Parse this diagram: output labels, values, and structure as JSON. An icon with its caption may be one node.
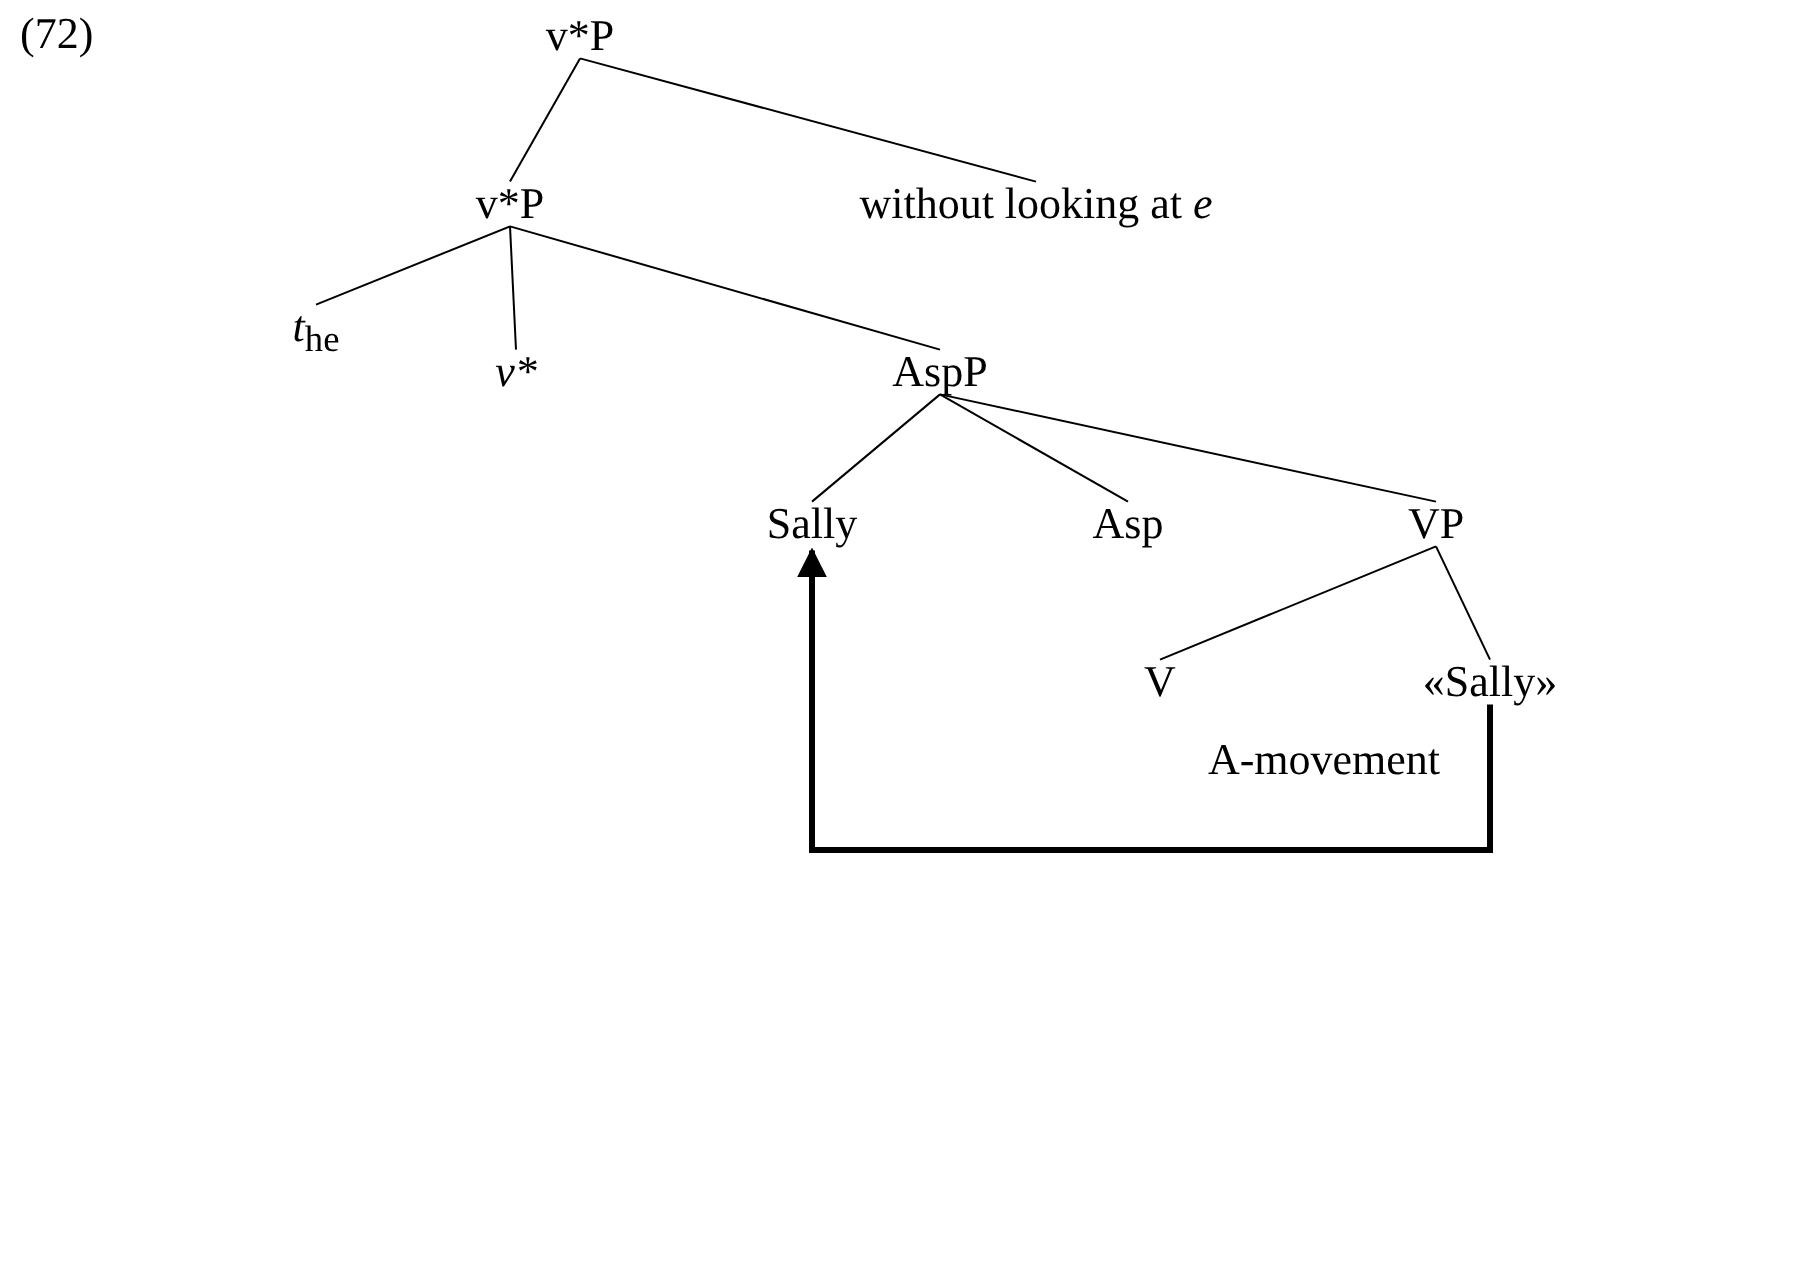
{
  "diagram": {
    "nodes": [
      {
        "text": [
          "v*P"
        ]
      },
      {
        "text": [
          "v*P"
        ]
      },
      {
        "text": [
          "without looking at *e*"
        ]
      },
      {
        "text": [
          "*t*$_{he}$"
        ]
      },
      {
        "text": [
          "v*"
        ]
      },
      {
        "text": [
          "AspP"
        ]
      },
      {
        "text": [
          "Sally"
        ]
      },
      {
        "text": [
          "Asp"
        ]
      },
      {
        "text": [
          "VP"
        ]
      },
      {
        "text": [
          "V"
        ]
      },
      {
        "text": [
          "«Sally»"
        ]
      }
    ],
    "edges": [
      {
        "from": 0,
        "to": 1,
        "arrow": "none"
      },
      {
        "from": 0,
        "to": 2,
        "arrow": "none"
      },
      {
        "from": 1,
        "to": 3,
        "arrow": "none"
      },
      {
        "from": 1,
        "to": 4,
        "arrow": "none"
      },
      {
        "from": 1,
        "to": 5,
        "arrow": "none"
      },
      {
        "from": 5,
        "to": 6,
        "arrow": "none"
      },
      {
        "from": 5,
        "to": 7,
        "arrow": "none"
      },
      {
        "from": 5,
        "to": 8,
        "arrow": "none"
      },
      {
        "from": 8,
        "to": 9,
        "arrow": "none"
      },
      {
        "from": 8,
        "to": 10,
        "arrow": "none"
      },
      {
        "from": 10,
        "to": 6,
        "arrow": "to",
        "label": "A-movement",
        "style": "thick"
      }
    ],
    "labels": [
      "(72)"
    ]
  }
}
